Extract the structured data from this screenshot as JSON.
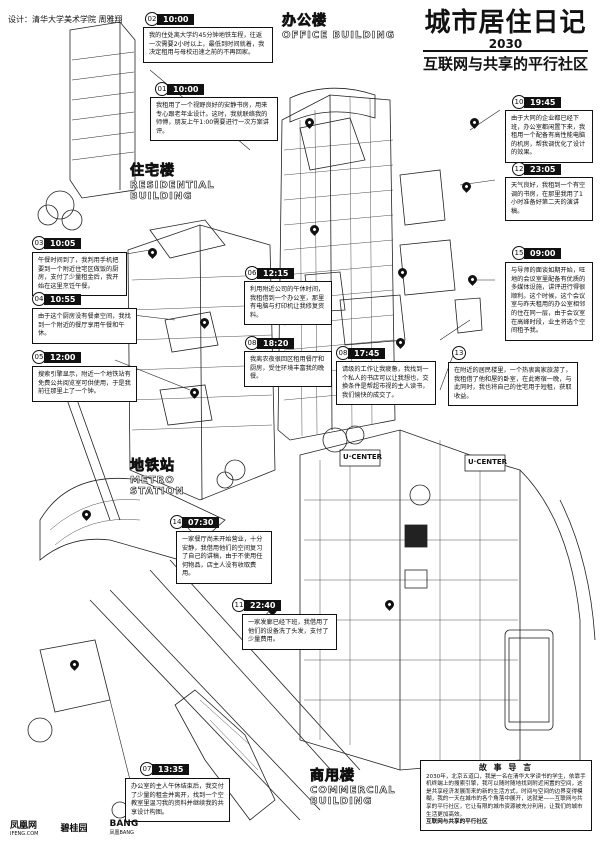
{
  "credit": "设计：清华大学美术学院 周雅翔",
  "title": {
    "main": "城市居住日记",
    "year": "2030",
    "subtitle": "互联网与共享的平行社区"
  },
  "zones": {
    "office": {
      "cn": "办公楼",
      "en": "OFFICE BUILDING"
    },
    "residential": {
      "cn": "住宅楼",
      "en": "RESIDENTIAL BUILDING"
    },
    "metro": {
      "cn": "地铁站",
      "en": "METRO STATION"
    },
    "commercial": {
      "cn": "商用楼",
      "en": "COMMERCIAL BUILDING"
    }
  },
  "signs": {
    "ucenter1": "U·CENTER",
    "ucenter2": "U·CENTER"
  },
  "entries": [
    {
      "num": "02",
      "time": "10:00",
      "text": "我的住处离大学约45分钟地铁车程，往返一次需要2小时以上，最低到时间就着，我决定租用与母校迅速之前的不再回家。"
    },
    {
      "num": "01",
      "time": "10:00",
      "text": "我租用了一个视野良好的安静书房，用来专心跟老年业设计。这时，我就联络我的师傅，朋友上午1:00需要进行一次方案讲评。"
    },
    {
      "num": "03",
      "time": "10:05",
      "text": "午餐时间到了，我判用手机把要到一个附近住宅区做饭的厨房，支付了少量租金后，我开始在这里烹饪午餐。"
    },
    {
      "num": "04",
      "time": "10:55",
      "text": "由于这个厨房没有餐桌空间，我找到一个附近的餐厅享用午餐和午休。"
    },
    {
      "num": "05",
      "time": "12:00",
      "text": "搜索引擎显示，附近一个地铁站有免费公共阅览室可供使用，于是我前往那里上了一个钟。"
    },
    {
      "num": "06",
      "time": "12:15",
      "text": "利用附近公司的午休时间，我租借到一个办公室，那里有电脑与打印机让我修复资料。"
    },
    {
      "num": "08",
      "time": "18:20",
      "text": "我离农夜很回区租用餐厅和厨房，受住环境丰富我的晚餐。"
    },
    {
      "num": "08",
      "time": "17:45",
      "text": "请级的工作让我疲惫，我找到一个私人的书店可以让我想也，交换条件是帮超市视的主人读书，我们愉快的成交了。"
    },
    {
      "num": "10",
      "time": "19:45",
      "text": "由于大同的企业都已经下班，办公室都闲置下来，我租用一个配备有高性能电脑的机房，帮我调优化了设计的效果。"
    },
    {
      "num": "12",
      "time": "23:05",
      "text": "天气良好，我租到一个有空调的书房，在那里我用了1小时准备好第二天的演讲稿。"
    },
    {
      "num": "15",
      "time": "09:00",
      "text": "与导师的面谈如期开始，旺地的会议室里配备有优质的多媒体设施，讲评进行得很顺利。这个时候，这个会议室与昨天租用的办公室相邻的住在同一层，由于会议室在高峰时段，业主将选个空间租予我。"
    },
    {
      "num": "13",
      "time": "",
      "text": "在附近的居民楼里，一个热衷离家旅游了，我租借了他和屋的卧室，在此寄宿一晚，与此同时，我也将自己的住宅用于短租，获取收益。"
    },
    {
      "num": "14",
      "time": "07:30",
      "text": "一家餐厅尚未开始营业，十分安静，我借用他们的空间复习了自己的讲稿，由于不使用任何物品，店主人没有收取费用。"
    },
    {
      "num": "11",
      "time": "22:40",
      "text": "一家发廊已经下班，我借用了他们的设备洗了头发，支付了少量费用。"
    },
    {
      "num": "07",
      "time": "13:35",
      "text": "办公室的主人午休结束后，我交付了少量的租金并离开，找到一个空教室里温习我的资料并继续我的共享设计构图。"
    }
  ],
  "guide": {
    "title": "故 事 导 言",
    "text": "2030年，北京五道口，我是一名在清华大学读书的学生，依靠手机终端上的搜索引擎，我可以随时随地找到附近闲置的空间，这是共享经济发展而来的新的生活方式，时间与空间的边界变得模糊，我的一天在城市的各个角落中展开，这就是——互联网与共享的平行社区，它让有限的城市资源被充分利用，让我们的城市生活更加高效。",
    "highlight": "互联网与共享的平行社区"
  },
  "logos": [
    {
      "name": "凤凰网",
      "sub": "IFENG.COM"
    },
    {
      "name": "碧桂园",
      "sub": ""
    },
    {
      "name": "BANG",
      "sub": "凤凰BANG"
    }
  ]
}
